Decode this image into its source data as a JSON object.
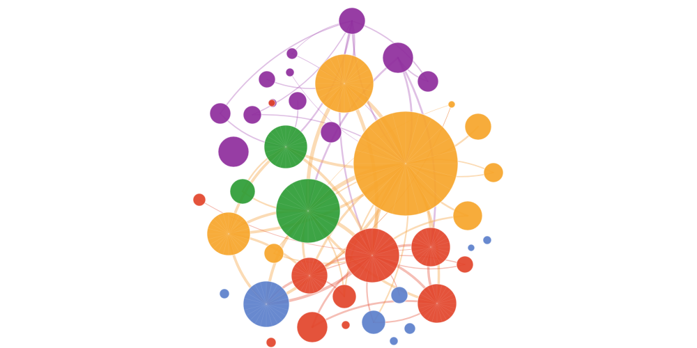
{
  "colors": {
    "purple": "#8e2c9c",
    "orange": "#f6a52a",
    "green": "#2c9c35",
    "red": "#e2442a",
    "blue": "#5b7fcb",
    "edge_orange": "#f6b05a",
    "edge_purple": "#a24bb3",
    "edge_red": "#e2442a",
    "edge_gray": "#9aa0a8"
  },
  "graph": {
    "type": "network",
    "labels_legible": false,
    "nodes": [
      {
        "id": "p1",
        "group": "purple"
      },
      {
        "id": "p2",
        "group": "purple"
      },
      {
        "id": "p3",
        "group": "purple"
      },
      {
        "id": "p4",
        "group": "purple"
      },
      {
        "id": "p5",
        "group": "purple"
      },
      {
        "id": "p6",
        "group": "purple"
      },
      {
        "id": "p7",
        "group": "purple"
      },
      {
        "id": "p8",
        "group": "purple"
      },
      {
        "id": "p9",
        "group": "purple"
      },
      {
        "id": "p10",
        "group": "purple"
      },
      {
        "id": "p11",
        "group": "purple"
      },
      {
        "id": "p12",
        "group": "purple"
      },
      {
        "id": "o1",
        "group": "orange"
      },
      {
        "id": "o2",
        "group": "orange"
      },
      {
        "id": "o3",
        "group": "orange"
      },
      {
        "id": "o4",
        "group": "orange"
      },
      {
        "id": "o5",
        "group": "orange"
      },
      {
        "id": "o6",
        "group": "orange"
      },
      {
        "id": "o7",
        "group": "orange"
      },
      {
        "id": "o8",
        "group": "orange"
      },
      {
        "id": "g1",
        "group": "green"
      },
      {
        "id": "g2",
        "group": "green"
      },
      {
        "id": "g3",
        "group": "green"
      },
      {
        "id": "r1",
        "group": "red"
      },
      {
        "id": "r2",
        "group": "red"
      },
      {
        "id": "r3",
        "group": "red"
      },
      {
        "id": "r4",
        "group": "red"
      },
      {
        "id": "r5",
        "group": "red"
      },
      {
        "id": "r6",
        "group": "red"
      },
      {
        "id": "r7",
        "group": "red"
      },
      {
        "id": "r8",
        "group": "red"
      },
      {
        "id": "r9",
        "group": "red"
      },
      {
        "id": "r10",
        "group": "red"
      },
      {
        "id": "r11",
        "group": "red"
      },
      {
        "id": "b1",
        "group": "blue"
      },
      {
        "id": "b2",
        "group": "blue"
      },
      {
        "id": "b3",
        "group": "blue"
      },
      {
        "id": "b4",
        "group": "blue"
      },
      {
        "id": "b5",
        "group": "blue"
      },
      {
        "id": "b6",
        "group": "blue"
      },
      {
        "id": "b7",
        "group": "blue"
      },
      {
        "id": "b8",
        "group": "blue"
      }
    ],
    "edges": [
      [
        "p1",
        "o1"
      ],
      [
        "p1",
        "p4"
      ],
      [
        "p1",
        "p9"
      ],
      [
        "p1",
        "p10"
      ],
      [
        "p1",
        "p3"
      ],
      [
        "p1",
        "o2"
      ],
      [
        "p1",
        "g1"
      ],
      [
        "p1",
        "r1"
      ],
      [
        "p2",
        "o2"
      ],
      [
        "p2",
        "p3"
      ],
      [
        "p2",
        "r2"
      ],
      [
        "p2",
        "g2"
      ],
      [
        "p4",
        "o2"
      ],
      [
        "p5",
        "o2"
      ],
      [
        "p9",
        "o2"
      ],
      [
        "p10",
        "g1"
      ],
      [
        "p7",
        "g1"
      ],
      [
        "p6",
        "o1"
      ],
      [
        "o1",
        "o2"
      ],
      [
        "o1",
        "g2"
      ],
      [
        "o1",
        "r1"
      ],
      [
        "o2",
        "g2"
      ],
      [
        "o2",
        "g1"
      ],
      [
        "o2",
        "r1"
      ],
      [
        "o2",
        "r2"
      ],
      [
        "o2",
        "r3"
      ],
      [
        "o2",
        "r5"
      ],
      [
        "o2",
        "o3"
      ],
      [
        "o2",
        "o4"
      ],
      [
        "o2",
        "o5"
      ],
      [
        "o2",
        "o6"
      ],
      [
        "o2",
        "o7"
      ],
      [
        "o2",
        "b2"
      ],
      [
        "o2",
        "r4"
      ],
      [
        "o2",
        "b1"
      ],
      [
        "g2",
        "o6"
      ],
      [
        "g2",
        "r1"
      ],
      [
        "g2",
        "r3"
      ],
      [
        "g2",
        "o8"
      ],
      [
        "g2",
        "b1"
      ],
      [
        "g2",
        "g3"
      ],
      [
        "g2",
        "r5"
      ],
      [
        "g2",
        "r4"
      ],
      [
        "g1",
        "g3"
      ],
      [
        "g1",
        "r1"
      ],
      [
        "g1",
        "o6"
      ],
      [
        "r1",
        "r2"
      ],
      [
        "r1",
        "r3"
      ],
      [
        "r1",
        "r5"
      ],
      [
        "r1",
        "r7"
      ],
      [
        "r1",
        "b1"
      ],
      [
        "r1",
        "b2"
      ],
      [
        "r1",
        "b3"
      ],
      [
        "r1",
        "r6"
      ],
      [
        "r3",
        "r4"
      ],
      [
        "r3",
        "b1"
      ],
      [
        "r3",
        "r7"
      ],
      [
        "r3",
        "o8"
      ],
      [
        "r5",
        "b2"
      ],
      [
        "r5",
        "r6"
      ],
      [
        "o6",
        "r3"
      ],
      [
        "o6",
        "b1"
      ],
      [
        "o8",
        "r3"
      ],
      [
        "r2",
        "r5"
      ],
      [
        "r2",
        "r8"
      ],
      [
        "o5",
        "r1"
      ],
      [
        "o4",
        "o2"
      ],
      [
        "o7",
        "r1"
      ]
    ]
  }
}
